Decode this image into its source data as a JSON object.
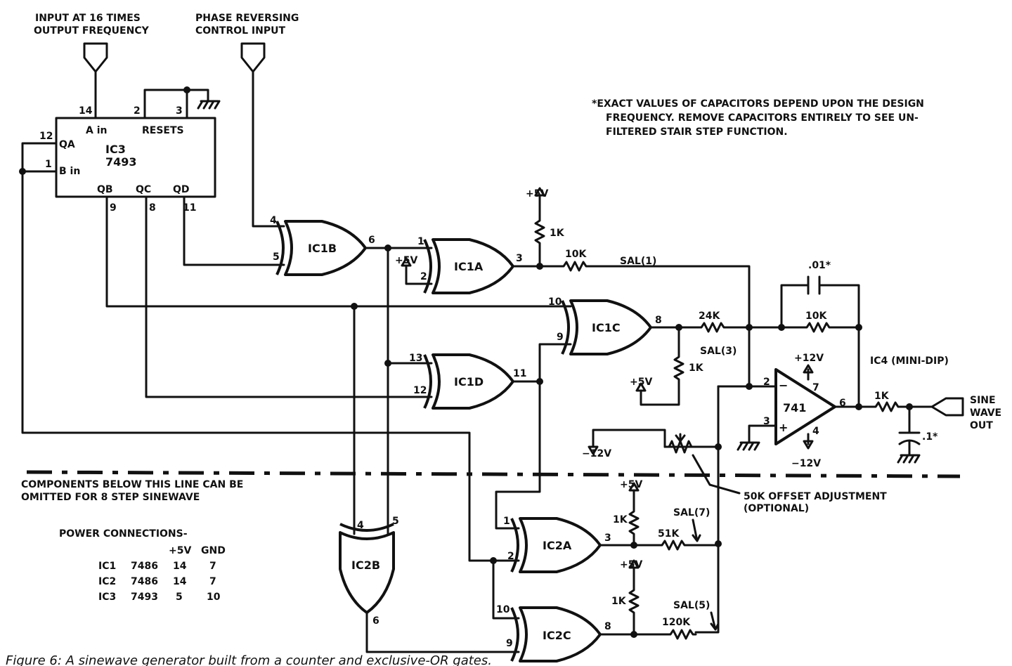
{
  "labels": {
    "input_title_1": "INPUT AT 16 TIMES",
    "input_title_2": "OUTPUT FREQUENCY",
    "phase_title_1": "PHASE REVERSING",
    "phase_title_2": "CONTROL INPUT",
    "note_1": "*EXACT VALUES OF CAPACITORS DEPEND UPON THE DESIGN",
    "note_2": "FREQUENCY. REMOVE CAPACITORS ENTIRELY TO SEE UN-",
    "note_3": "FILTERED STAIR STEP FUNCTION.",
    "below_1": "COMPONENTS BELOW THIS LINE CAN BE",
    "below_2": "OMITTED FOR 8 STEP SINEWAVE",
    "offset_1": "50K OFFSET ADJUSTMENT",
    "offset_2": "(OPTIONAL)",
    "output_1": "SINE",
    "output_2": "WAVE",
    "output_3": "OUT",
    "ic4": "IC4 (MINI-DIP)",
    "caption": "Figure 6: A sinewave generator built from a counter and exclusive-OR gates."
  },
  "counter": {
    "name": "IC3",
    "part": "7493",
    "ain": "A in",
    "bin": "B in",
    "resets": "RESETS",
    "qa": "QA",
    "qb": "QB",
    "qc": "QC",
    "qd": "QD",
    "p14": "14",
    "p2": "2",
    "p3": "3",
    "p12": "12",
    "p1": "1",
    "p9": "9",
    "p8": "8",
    "p11": "11"
  },
  "gates": {
    "ic1b": {
      "name": "IC1B",
      "in1": "4",
      "in2": "5",
      "out": "6"
    },
    "ic1a": {
      "name": "IC1A",
      "in1": "1",
      "in2": "2",
      "out": "3"
    },
    "ic1c": {
      "name": "IC1C",
      "in1": "10",
      "in2": "9",
      "out": "8"
    },
    "ic1d": {
      "name": "IC1D",
      "in1": "13",
      "in2": "12",
      "out": "11"
    },
    "ic2a": {
      "name": "IC2A",
      "in1": "1",
      "in2": "2",
      "out": "3"
    },
    "ic2b": {
      "name": "IC2B",
      "in1": "4",
      "in2": "5",
      "out": "6"
    },
    "ic2c": {
      "name": "IC2C",
      "in1": "10",
      "in2": "9",
      "out": "8"
    }
  },
  "opamp": {
    "name": "741",
    "pin2": "2",
    "pin3": "3",
    "pin6": "6",
    "pin7": "7",
    "pin4": "4",
    "minus": "−",
    "plus": "+"
  },
  "components": {
    "r_pullup_1a": "1K",
    "r_10k_in": "10K",
    "sal1": "SAL(1)",
    "r_24k": "24K",
    "sal3": "SAL(3)",
    "r_1k_1c": "1K",
    "cap_01": ".01*",
    "r_10k_fb": "10K",
    "r_1k_out": "1K",
    "cap_1": ".1*",
    "r_1k_2a": "1K",
    "r_51k": "51K",
    "sal7": "SAL(7)",
    "r_1k_2c": "1K",
    "r_120k": "120K",
    "sal5": "SAL(5)"
  },
  "supplies": {
    "v5_1a_top": "+5V",
    "v5_1a_in": "+5V",
    "v5_1c": "+5V",
    "v12_pos": "+12V",
    "v12_neg": "−12V",
    "v12_pot": "−12V",
    "v5_2a": "+5V",
    "v5_2c": "+5V"
  },
  "power_table": {
    "title": "POWER CONNECTIONS-",
    "headers": [
      "+5V",
      "GND"
    ],
    "rows": [
      {
        "ic": "IC1",
        "part": "7486",
        "v5": "14",
        "gnd": "7"
      },
      {
        "ic": "IC2",
        "part": "7486",
        "v5": "14",
        "gnd": "7"
      },
      {
        "ic": "IC3",
        "part": "7493",
        "v5": "5",
        "gnd": "10"
      }
    ]
  }
}
